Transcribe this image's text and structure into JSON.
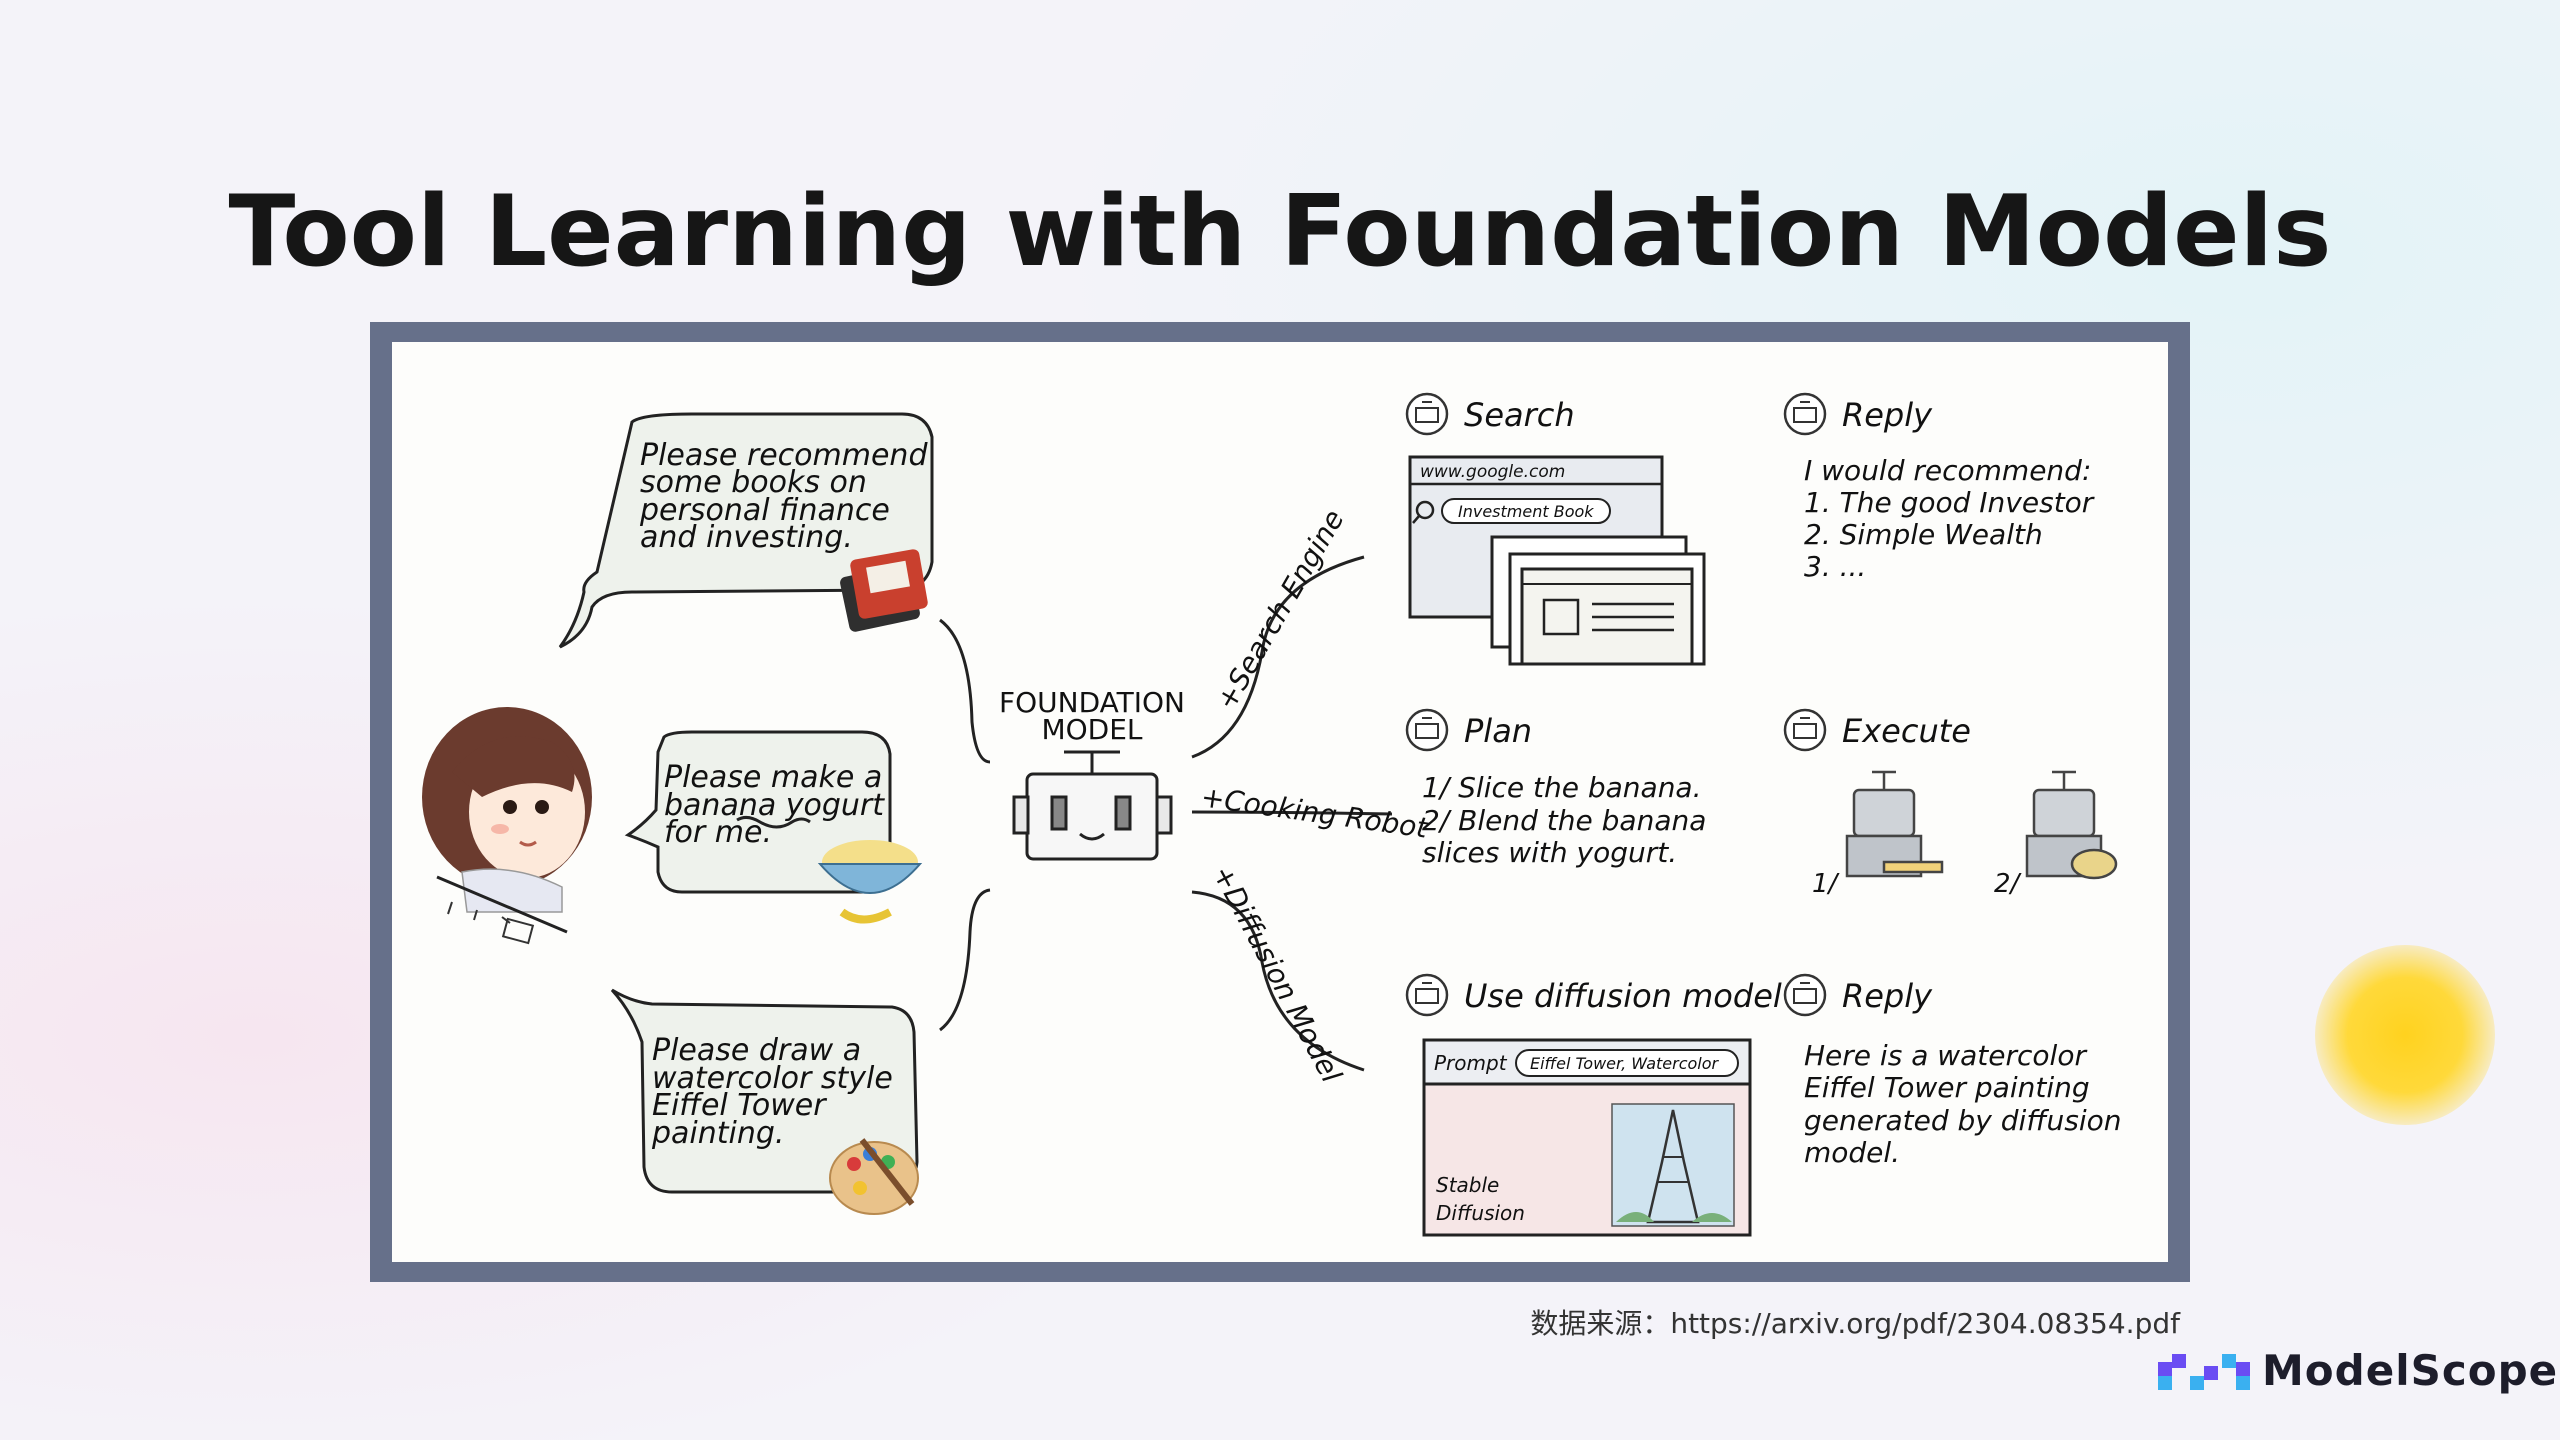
{
  "title": "Tool Learning with Foundation Models",
  "source": "数据来源：https://arxiv.org/pdf/2304.08354.pdf",
  "brand": "ModelScope",
  "colors": {
    "frame": "#66708a",
    "title": "#161616",
    "ink": "#111111",
    "accent_sun": "#ffd21f"
  },
  "requests": [
    {
      "lines": [
        "Please recommend",
        "some books on",
        "personal finance",
        "and investing."
      ],
      "icon": "book-icon"
    },
    {
      "lines": [
        "Please make a",
        "banana yogurt",
        "for me."
      ],
      "icon": "yogurt-bowl-icon"
    },
    {
      "lines": [
        "Please draw a",
        "watercolor style",
        "Eiffel Tower",
        "painting."
      ],
      "icon": "palette-icon"
    }
  ],
  "model": {
    "label_lines": [
      "FOUNDATION",
      "MODEL"
    ],
    "icon": "robot-icon"
  },
  "branches": [
    "+Search Engine",
    "+Cooking Robot",
    "+Diffusion Model"
  ],
  "search": {
    "step1": "Search",
    "url": "www.google.com",
    "query": "Investment Book",
    "step2": "Reply",
    "reply_lines": [
      "I would recommend:",
      "1. The good Investor",
      "2. Simple Wealth",
      "3. ..."
    ]
  },
  "cooking": {
    "step1": "Plan",
    "plan_lines": [
      "1/  Slice the banana.",
      "2/  Blend the banana",
      "slices with yogurt."
    ],
    "step2": "Execute",
    "exec_labels": [
      "1/",
      "2/"
    ]
  },
  "diffusion": {
    "step1": "Use diffusion model",
    "prompt_label": "Prompt",
    "prompt_value": "Eiffel Tower, Watercolor",
    "engine_lines": [
      "Stable",
      "Diffusion"
    ],
    "step2": "Reply",
    "reply_lines": [
      "Here is a watercolor",
      "Eiffel Tower painting",
      "generated by diffusion",
      "model."
    ]
  }
}
